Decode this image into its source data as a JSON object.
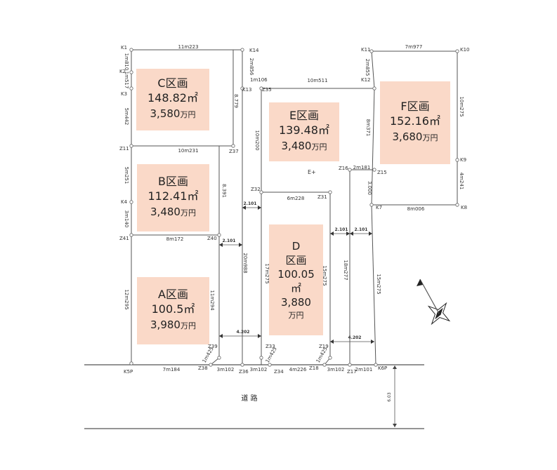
{
  "road": {
    "label": "道 路",
    "width_label": "6.03"
  },
  "lots": {
    "A": {
      "name": "A区画",
      "area": "100.5㎡",
      "price": "3,980",
      "unit": "万円"
    },
    "B": {
      "name": "B区画",
      "area": "112.41㎡",
      "price": "3,480",
      "unit": "万円"
    },
    "C": {
      "name": "C区画",
      "area": "148.82㎡",
      "price": "3,580",
      "unit": "万円"
    },
    "D": {
      "name_1": "D",
      "name_2": "区画",
      "area_1": "100.05",
      "area_2": "㎡",
      "price": "3,880",
      "unit": "万円"
    },
    "E": {
      "name": "E区画",
      "area": "139.48㎡",
      "price": "3,480",
      "unit": "万円"
    },
    "F": {
      "name": "F区画",
      "area": "152.16㎡",
      "price": "3,680",
      "unit": "万円"
    }
  },
  "points": {
    "K1": "K1",
    "K2": "K2",
    "K3": "K3",
    "K4": "K4",
    "K5P": "K5P",
    "K6P": "K6P",
    "K7": "K7",
    "K8": "K8",
    "K9": "K9",
    "K10": "K10",
    "K11": "K11",
    "K12": "K12",
    "K13": "K13",
    "K14": "K14",
    "Z11": "Z11",
    "Z15": "Z15",
    "Z16": "Z16",
    "Z17": "Z17",
    "Z18": "Z18",
    "Z19": "Z19",
    "Z31": "Z31",
    "Z32": "Z32",
    "Z33": "Z33",
    "Z34": "Z34",
    "Z35": "Z35",
    "Z36": "Z36",
    "Z37": "Z37",
    "Z38": "Z38",
    "Z39": "Z39",
    "Z40": "Z40",
    "Z41": "Z41",
    "E_plus": "E+",
    "onm106": "1m106"
  },
  "dims": {
    "top_c": "11m223",
    "k1_k2": "1m810",
    "k2_k3": "1m517",
    "c_left": "5m442",
    "c_bottom": "10m231",
    "c_right": "8.779",
    "k14_k13": "2m856",
    "b_left": "5m251",
    "b_k4": "3m140",
    "b_right": "8.391",
    "b_bottom": "8m172",
    "a_left": "12m295",
    "a_right": "11m294",
    "a_bottom": "7m184",
    "z38_z39": "1m425",
    "gap_ab": "2.101",
    "gap_be": "2.101",
    "gap_a_bottom": "4.202",
    "road_z38_z36": "3m102",
    "road_z36_z34": "3m102",
    "mid_z36": "20m988",
    "e_left": "10m200",
    "d_left": "17m275",
    "e_top": "10m511",
    "e_bottom": "6m228",
    "d_right": "15m275",
    "z33_z34": "1m425",
    "d_bottom": "4m226",
    "z18_z17": "3m102",
    "z19_z18": "1m425",
    "gap_d": "2.101",
    "gap_d2": "2.101",
    "gap_d_bottom": "4.202",
    "z16_z15": "2m181",
    "z17_right": "18m277",
    "f_left_low": "15m275",
    "z17_k6p": "2m101",
    "f_top": "7m977",
    "k11_k12": "2m855",
    "f_left": "8m371",
    "f_right": "10m275",
    "f_right2": "4m241",
    "f_bottom": "8m006",
    "z15_k7": "3.000"
  }
}
